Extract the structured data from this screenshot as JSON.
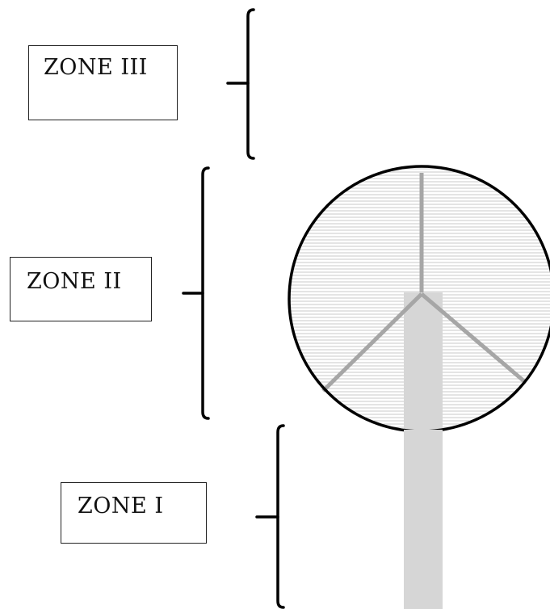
{
  "zones": [
    {
      "id": "zone-3",
      "label": "ZONE III"
    },
    {
      "id": "zone-2",
      "label": "ZONE II"
    },
    {
      "id": "zone-1",
      "label": "ZONE I"
    }
  ],
  "colors": {
    "outline": "#000000",
    "box_border": "#222222",
    "text": "#111111",
    "circle_hatch": "#c8c8c8",
    "stem": "#d6d6d6",
    "branches": "#a6a6a6"
  }
}
